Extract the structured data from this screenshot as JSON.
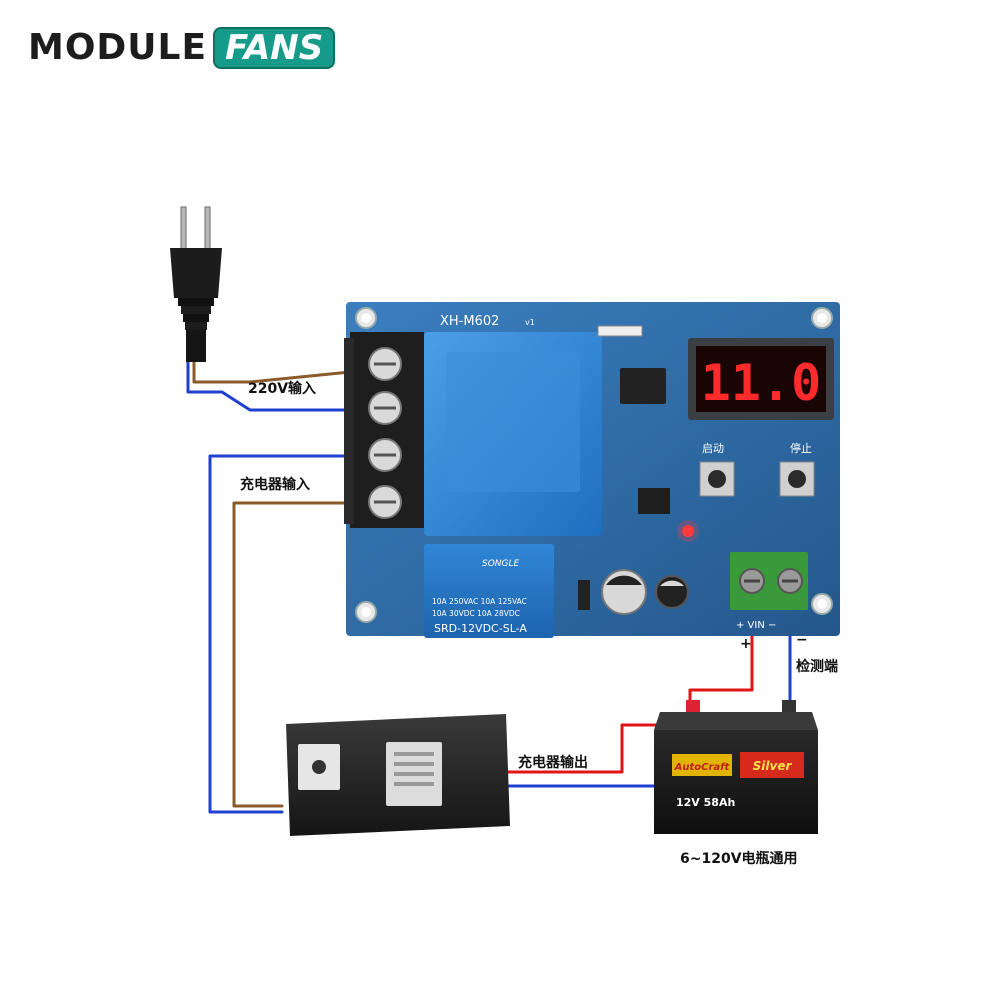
{
  "logo": {
    "part1": "MODULE",
    "part2": "FANS"
  },
  "labels": {
    "ac_in": "220V输入",
    "charger_in": "充电器输入",
    "detect": "检测端",
    "charger_out": "充电器输出",
    "battery_range": "6~120V电瓶通用",
    "plus": "+",
    "minus": "−"
  },
  "board": {
    "model": "XH-M602",
    "version": "v1",
    "display": "11.0",
    "btn_start": "启动",
    "btn_stop": "停止",
    "vin": "+ VIN −",
    "relay_brand": "SONGLE",
    "relay_l1": "10A 250VAC  10A 125VAC",
    "relay_l2": "10A  30VDC  10A  28VDC",
    "relay_model": "SRD-12VDC-SL-A"
  },
  "battery": {
    "brand1": "AutoCraft",
    "brand2": "Silver",
    "spec": "12V 58Ah"
  },
  "colors": {
    "board": "#2f6ea8",
    "wire_brown": "#8a5a2b",
    "wire_blue": "#1f3fd1",
    "wire_red": "#e01515",
    "accent": "#169b8a"
  }
}
